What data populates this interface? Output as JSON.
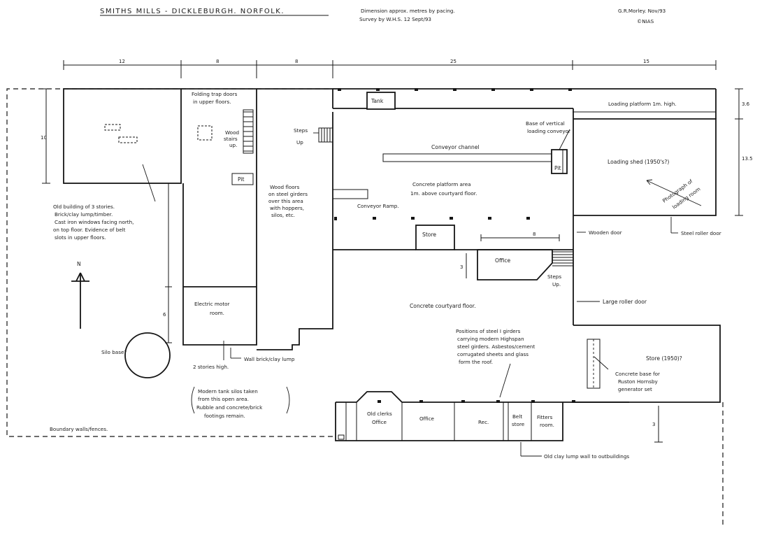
{
  "header": {
    "title": "SMITHS MILLS - DICKLEBURGH. NORFOLK.",
    "note_line1": "Dimension approx. metres by pacing.",
    "note_line2": "Survey by W.H.S. 12 Sept/93",
    "author": "G.R.Morley. Nov/93",
    "copyright": "©NIAS"
  },
  "dimensions": {
    "top": [
      "12",
      "8",
      "8",
      "25",
      "15"
    ],
    "left_10": "10",
    "right_3": "3.6",
    "right_13": "13.5",
    "office_w": "8",
    "office_h": "3",
    "low_left": "6",
    "low_right": "3"
  },
  "labels": {
    "tank": "Tank",
    "trap_doors_1": "Folding trap doors",
    "trap_doors_2": "in upper floors.",
    "wood_stair_1": "Wood",
    "wood_stair_2": "stairs",
    "wood_stair_3": "up.",
    "pit1": "Pit",
    "pit2": "Pit",
    "steps_up_1a": "Steps",
    "steps_up_1b": "Up",
    "steps_up_2a": "Steps",
    "steps_up_2b": "Up.",
    "loading_platform": "Loading platform 1m. high.",
    "conveyor_base_1": "Base of vertical",
    "conveyor_base_2": "loading conveyor",
    "conveyor_channel": "Conveyor channel",
    "loading_shed": "Loading shed (1950's?)",
    "photo_1": "Photograph of",
    "photo_2": "loading room",
    "concrete_platform_1": "Concrete platform area",
    "concrete_platform_2": "1m. above courtyard floor.",
    "conveyor_ramp": "Conveyor Ramp.",
    "store1": "Store",
    "office1": "Office",
    "wooden_door": "Wooden door",
    "steel_roller_door": "Steel roller door",
    "large_roller_door": "Large roller door",
    "courtyard": "Concrete courtyard floor.",
    "wood_floors": [
      "Wood floors",
      "on steel girders",
      "over this area",
      "with hoppers,",
      "silos, etc."
    ],
    "old_building": [
      "Old building of 3 stories.",
      "Brick/clay lump/timber.",
      "Cast iron windows facing north,",
      "on top floor. Evidence of belt",
      "slots in upper floors."
    ],
    "north": "N",
    "electric_motor_1": "Electric motor",
    "electric_motor_2": "room.",
    "wall_brick": "Wall brick/clay lump",
    "two_stories": "2 stories high.",
    "silo_base": "Silo base?",
    "girders": [
      "Positions of steel I girders",
      "carrying modern Highspan",
      "steel girders. Asbestos/cement",
      "corrugated sheets and glass",
      "form the roof."
    ],
    "store_1950": "Store (1950)?",
    "concrete_base": [
      "Concrete base for",
      "Ruston Hornsby",
      "generator set"
    ],
    "modern_silos": [
      "Modern tank silos taken",
      "from this open area.",
      "Rubble and concrete/brick",
      "footings remain."
    ],
    "boundary": "Boundary walls/fences.",
    "old_clerks_1": "Old clerks",
    "old_clerks_2": "Office",
    "office2": "Office",
    "rec": "Rec.",
    "belt_1": "Belt",
    "belt_2": "store",
    "fitters_1": "Fitters",
    "fitters_2": "room.",
    "clay_lump_wall": "Old clay lump wall to outbuildings"
  }
}
